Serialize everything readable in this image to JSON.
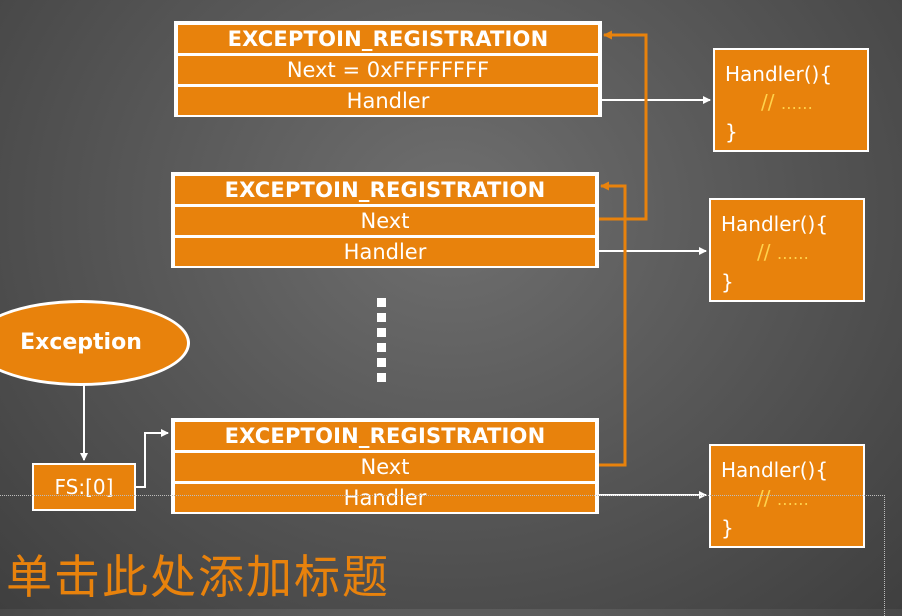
{
  "registrations": [
    {
      "title": "EXCEPTOIN_REGISTRATION",
      "next": "Next = 0xFFFFFFFF",
      "handler": "Handler"
    },
    {
      "title": "EXCEPTOIN_REGISTRATION",
      "next": "Next",
      "handler": "Handler"
    },
    {
      "title": "EXCEPTOIN_REGISTRATION",
      "next": "Next",
      "handler": "Handler"
    }
  ],
  "handlers": [
    {
      "line1": "Handler(){",
      "comment": "//",
      "dots": "……",
      "close": "}"
    },
    {
      "line1": "Handler(){",
      "comment": "//",
      "dots": "……",
      "close": "}"
    },
    {
      "line1": "Handler(){",
      "comment": "//",
      "dots": "……",
      "close": "}"
    }
  ],
  "exception": {
    "label": "Exception"
  },
  "fs": {
    "label": "FS:[0]"
  },
  "slide": {
    "title_placeholder": "单击此处添加标题"
  },
  "colors": {
    "orange": "#e8820c",
    "comment": "#ffd24c",
    "arrow_white": "#ffffff"
  }
}
